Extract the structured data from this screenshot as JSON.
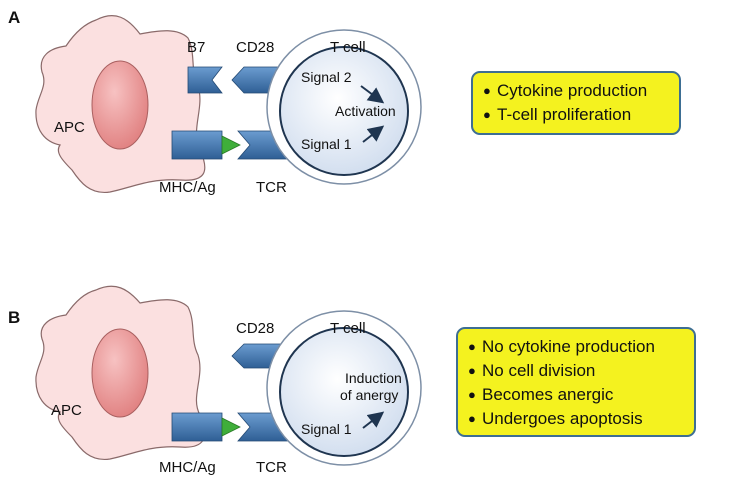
{
  "panel_a": {
    "letter": "A",
    "apc_label": "APC",
    "b7_label": "B7",
    "cd28_label": "CD28",
    "tcell_label": "T cell",
    "mhc_label": "MHC/Ag",
    "tcr_label": "TCR",
    "signal2_label": "Signal 2",
    "activation_label": "Activation",
    "signal1_label": "Signal 1",
    "outcomes": [
      "Cytokine production",
      "T-cell proliferation"
    ]
  },
  "panel_b": {
    "letter": "B",
    "apc_label": "APC",
    "cd28_label": "CD28",
    "tcell_label": "T cell",
    "mhc_label": "MHC/Ag",
    "tcr_label": "TCR",
    "induction_line1": "Induction",
    "induction_line2": "of anergy",
    "signal1_label": "Signal 1",
    "outcomes": [
      "No cytokine production",
      "No cell division",
      "Becomes anergic",
      "Undergoes apoptosis"
    ]
  },
  "colors": {
    "apc_fill": "#fbe0e0",
    "nucleus_fill": "#ef9a9a",
    "receptor_fill": "#3f78b4",
    "antigen_fill": "#3fae3a",
    "tcell_fill": "#e6eef8",
    "outcome_fill": "#f4f21f",
    "outcome_border": "#3d6e93"
  }
}
